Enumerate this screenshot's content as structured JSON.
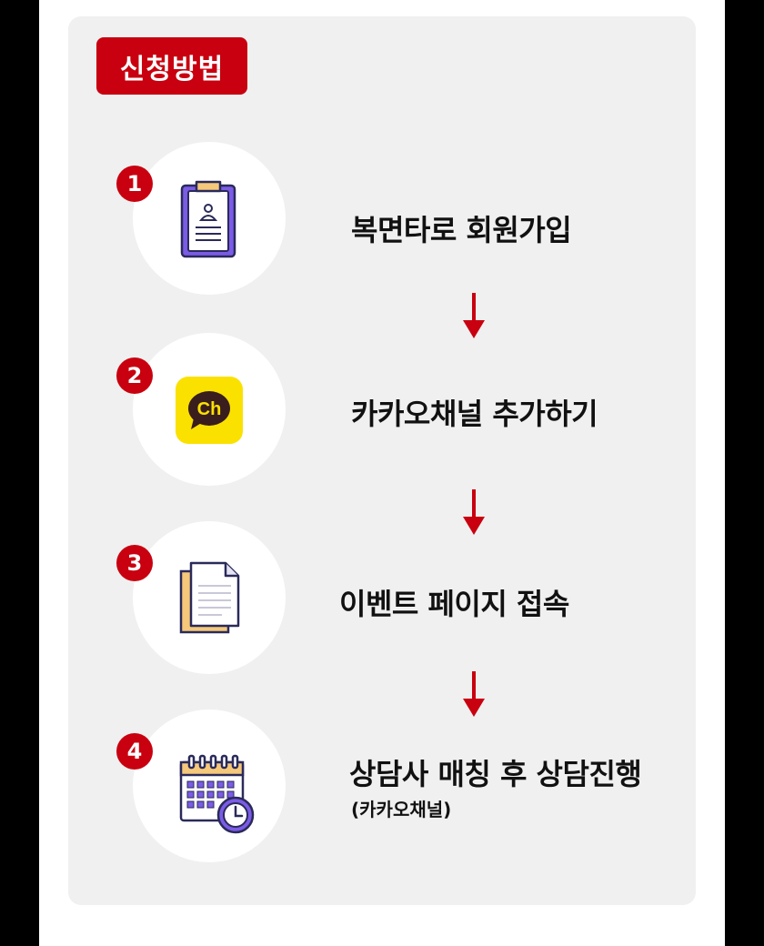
{
  "header": {
    "badge": "신청방법"
  },
  "colors": {
    "accent": "#c8000f",
    "panel": "#f0f0f0",
    "kakao_yellow": "#fae100"
  },
  "steps": [
    {
      "number": "1",
      "icon": "clipboard-profile-icon",
      "label": "복면타로 회원가입",
      "sublabel": ""
    },
    {
      "number": "2",
      "icon": "kakao-channel-icon",
      "icon_text": "Ch",
      "label": "카카오채널 추가하기",
      "sublabel": ""
    },
    {
      "number": "3",
      "icon": "documents-icon",
      "label": "이벤트 페이지 접속",
      "sublabel": ""
    },
    {
      "number": "4",
      "icon": "calendar-clock-icon",
      "label": "상담사 매칭 후 상담진행",
      "sublabel": "(카카오채널)"
    }
  ]
}
